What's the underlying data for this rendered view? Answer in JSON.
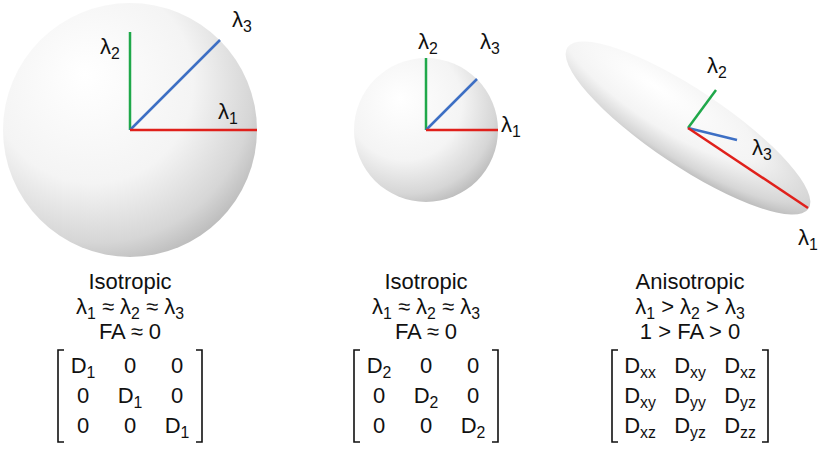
{
  "diagram": {
    "nodes": [
      {
        "text": [
          "λ2",
          "λ3",
          "λ1"
        ]
      },
      {
        "text": [
          "λ2",
          "λ3",
          "λ1"
        ]
      },
      {
        "text": [
          "λ2",
          "λ3",
          "λ1"
        ]
      }
    ],
    "labels": [
      "Isotropic",
      "λ1 ≈ λ2 ≈ λ3",
      "FA ≈ 0",
      "D1",
      "0",
      "0",
      "0",
      "D1",
      "0",
      "0",
      "0",
      "D1",
      "Isotropic",
      "λ1 ≈ λ2 ≈ λ3",
      "FA ≈ 0",
      "D2",
      "0",
      "0",
      "0",
      "D2",
      "0",
      "0",
      "0",
      "D2",
      "Anisotropic",
      "λ1 > λ2 > λ3",
      "1 > FA > 0",
      "Dxx",
      "Dxy",
      "Dxz",
      "Dxy",
      "Dyy",
      "Dyz",
      "Dxz",
      "Dyz",
      "Dzz"
    ]
  }
}
